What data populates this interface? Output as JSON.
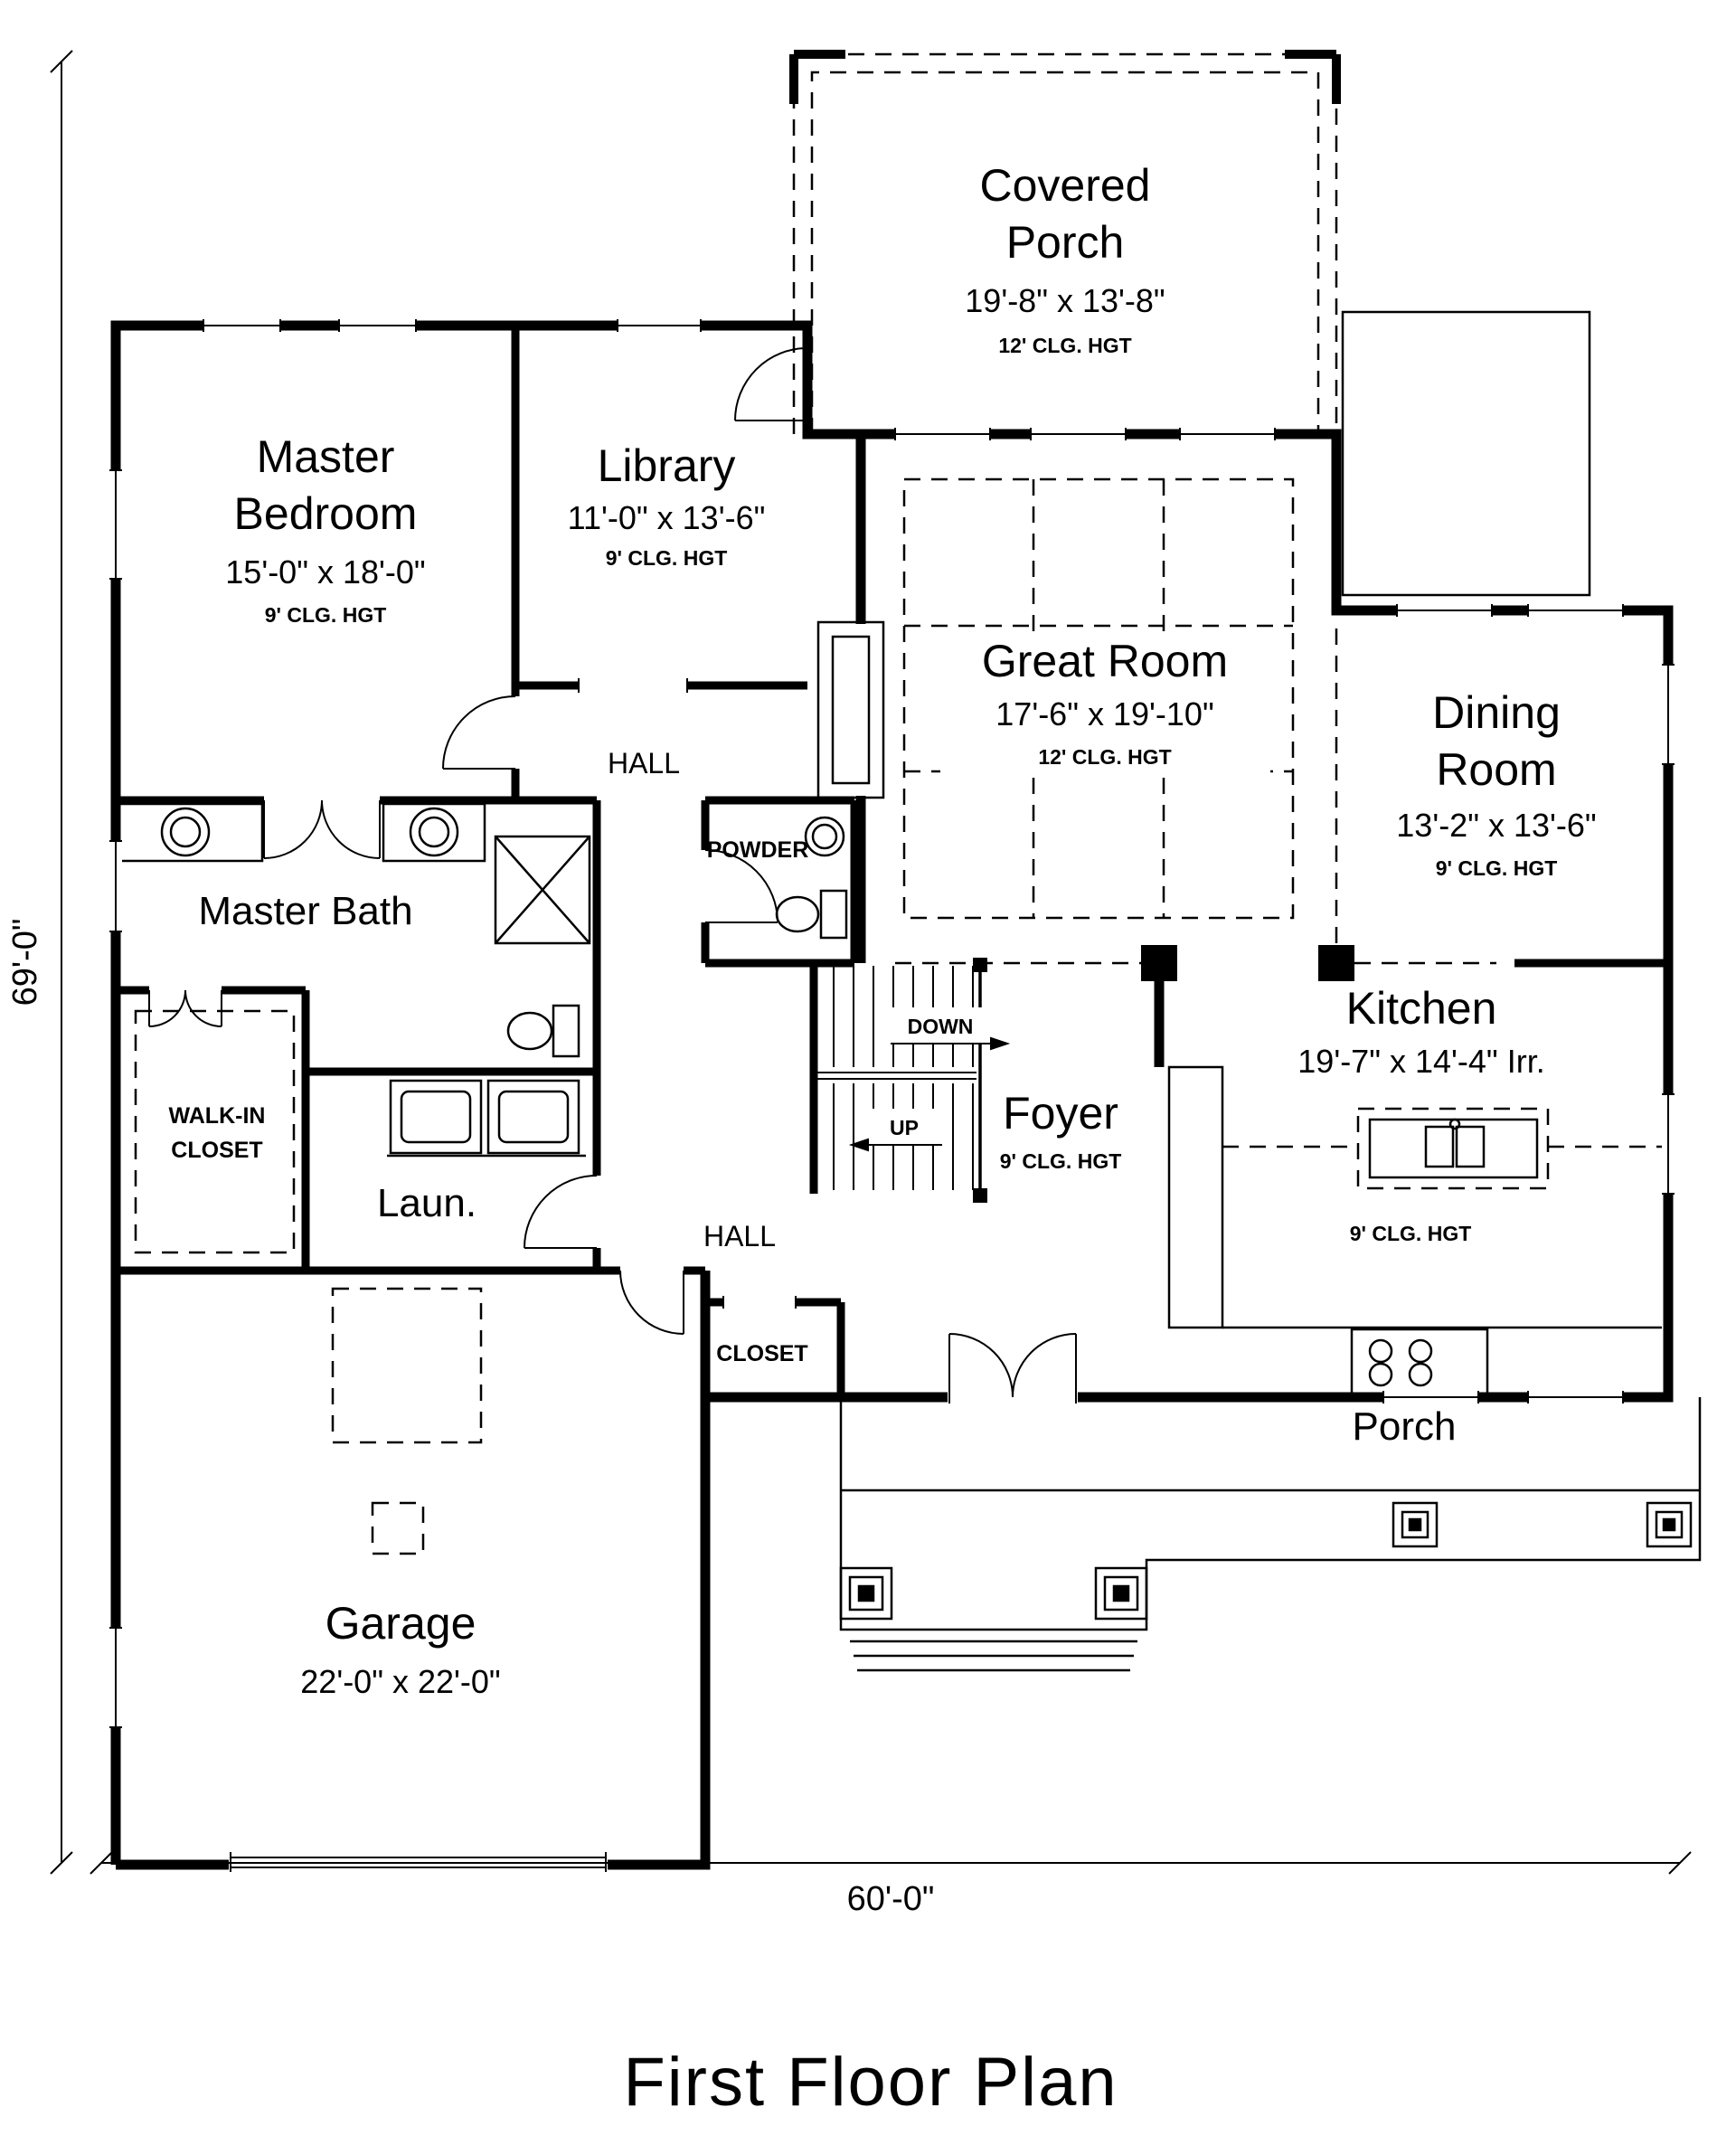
{
  "title": "First Floor Plan",
  "dimensions": {
    "overall_width": "60'-0\"",
    "overall_depth": "69'-0\""
  },
  "rooms": {
    "covered_porch": {
      "line1": "Covered",
      "line2": "Porch",
      "size": "19'-8\" x 13'-8\"",
      "ceiling": "12' CLG. HGT"
    },
    "master_bedroom": {
      "line1": "Master",
      "line2": "Bedroom",
      "size": "15'-0\" x 18'-0\"",
      "ceiling": "9' CLG. HGT"
    },
    "library": {
      "name": "Library",
      "size": "11'-0\" x 13'-6\"",
      "ceiling": "9' CLG. HGT"
    },
    "great_room": {
      "name": "Great Room",
      "size": "17'-6\" x 19'-10\"",
      "ceiling": "12' CLG. HGT"
    },
    "dining_room": {
      "line1": "Dining",
      "line2": "Room",
      "size": "13'-2\" x 13'-6\"",
      "ceiling": "9' CLG. HGT"
    },
    "kitchen": {
      "name": "Kitchen",
      "size": "19'-7\" x 14'-4\" Irr.",
      "ceiling": "9' CLG. HGT"
    },
    "master_bath": {
      "name": "Master Bath"
    },
    "walk_in_closet": {
      "line1": "WALK-IN",
      "line2": "CLOSET"
    },
    "laundry": {
      "name": "Laun."
    },
    "powder": {
      "name": "POWDER"
    },
    "hall_upper": {
      "name": "HALL"
    },
    "hall_lower": {
      "name": "HALL"
    },
    "foyer": {
      "name": "Foyer",
      "ceiling": "9' CLG. HGT"
    },
    "closet": {
      "name": "CLOSET"
    },
    "porch": {
      "name": "Porch"
    },
    "garage": {
      "name": "Garage",
      "size": "22'-0\" x 22'-0\""
    }
  },
  "stairs": {
    "down_label": "DOWN",
    "up_label": "UP"
  }
}
